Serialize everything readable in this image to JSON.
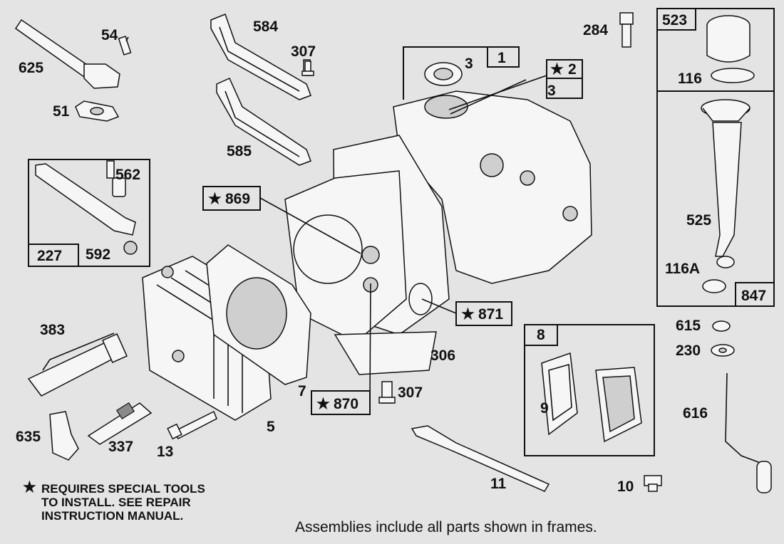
{
  "diagram": {
    "parts": {
      "p625": "625",
      "p54": "54",
      "p51": "51",
      "p584": "584",
      "p307a": "307",
      "p585": "585",
      "p562": "562",
      "p227": "227",
      "p592": "592",
      "p1": "1",
      "p3a": "3",
      "p2": "2",
      "p3b": "3",
      "p284": "284",
      "p523": "523",
      "p116": "116",
      "p525": "525",
      "p116a": "116A",
      "p847": "847",
      "p869": "869",
      "p871": "871",
      "p870": "870",
      "p383": "383",
      "p306": "306",
      "p7": "7",
      "p307b": "307",
      "p5": "5",
      "p635": "635",
      "p337": "337",
      "p13": "13",
      "p8": "8",
      "p9": "9",
      "p615": "615",
      "p230": "230",
      "p616": "616",
      "p11": "11",
      "p10": "10"
    },
    "star": "★",
    "note": {
      "line1": "REQUIRES SPECIAL TOOLS",
      "line2": "TO INSTALL.  SEE REPAIR",
      "line3": "INSTRUCTION MANUAL."
    },
    "caption": "Assemblies include all parts shown in frames."
  }
}
